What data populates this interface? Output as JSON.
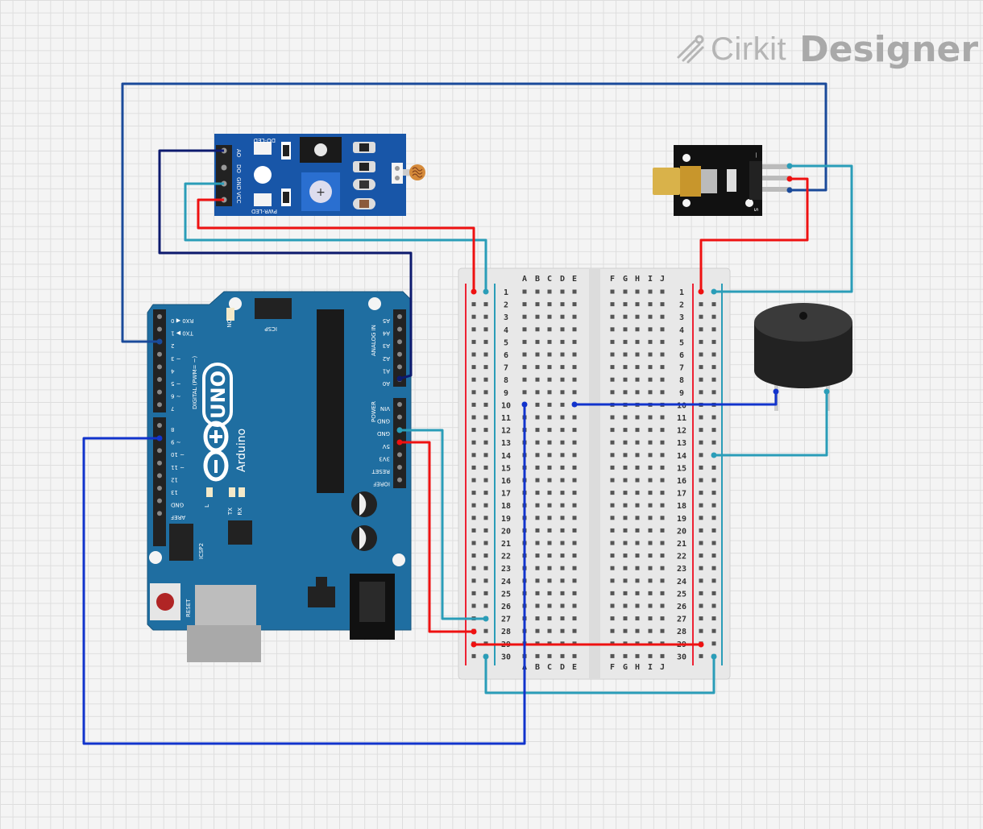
{
  "logo": {
    "brand": "Cirkit",
    "product": "Designer"
  },
  "arduino": {
    "logo_text": "UNO",
    "brand_text": "Arduino",
    "icsp_label": "ICSP",
    "icsp2_label": "ICSP2",
    "on_label": "ON",
    "reset_label": "RESET",
    "digital_label": "DIGITAL (PWM= ~)",
    "analog_label": "ANALOG IN",
    "power_label": "POWER",
    "led_labels": [
      "L",
      "TX",
      "RX"
    ],
    "digital_pins_top": [
      "RX0 ◀ 0",
      "TX0 ▶ 1",
      "2",
      "~ 3",
      "4",
      "~ 5",
      "~ 6",
      "7"
    ],
    "digital_pins_bottom": [
      "8",
      "~ 9",
      "~ 10",
      "~ 11",
      "12",
      "13",
      "GND",
      "AREF"
    ],
    "analog_pins": [
      "A5",
      "A4",
      "A3",
      "A2",
      "A1",
      "A0"
    ],
    "power_pins": [
      "VIN",
      "GND",
      "GND",
      "5V",
      "3V3",
      "RESET",
      "IOREF"
    ]
  },
  "ldr_module": {
    "pin_labels": [
      "AO",
      "DO",
      "GND",
      "VCC"
    ],
    "led_labels": [
      "DO-LED",
      "PWR-LED"
    ]
  },
  "laser_module": {
    "pin_labels": [
      "—",
      "S"
    ]
  },
  "breadboard": {
    "columns_left": [
      "A",
      "B",
      "C",
      "D",
      "E"
    ],
    "columns_right": [
      "F",
      "G",
      "H",
      "I",
      "J"
    ],
    "rows": 30
  },
  "colors": {
    "arduino_board": "#1f6ea1",
    "module_board": "#1856a8",
    "wire_red": "#ee1111",
    "wire_blue": "#1133cc",
    "wire_teal": "#2a9db8",
    "wire_navy": "#0d1a6e",
    "wire_darkblue": "#1a4a9a"
  }
}
